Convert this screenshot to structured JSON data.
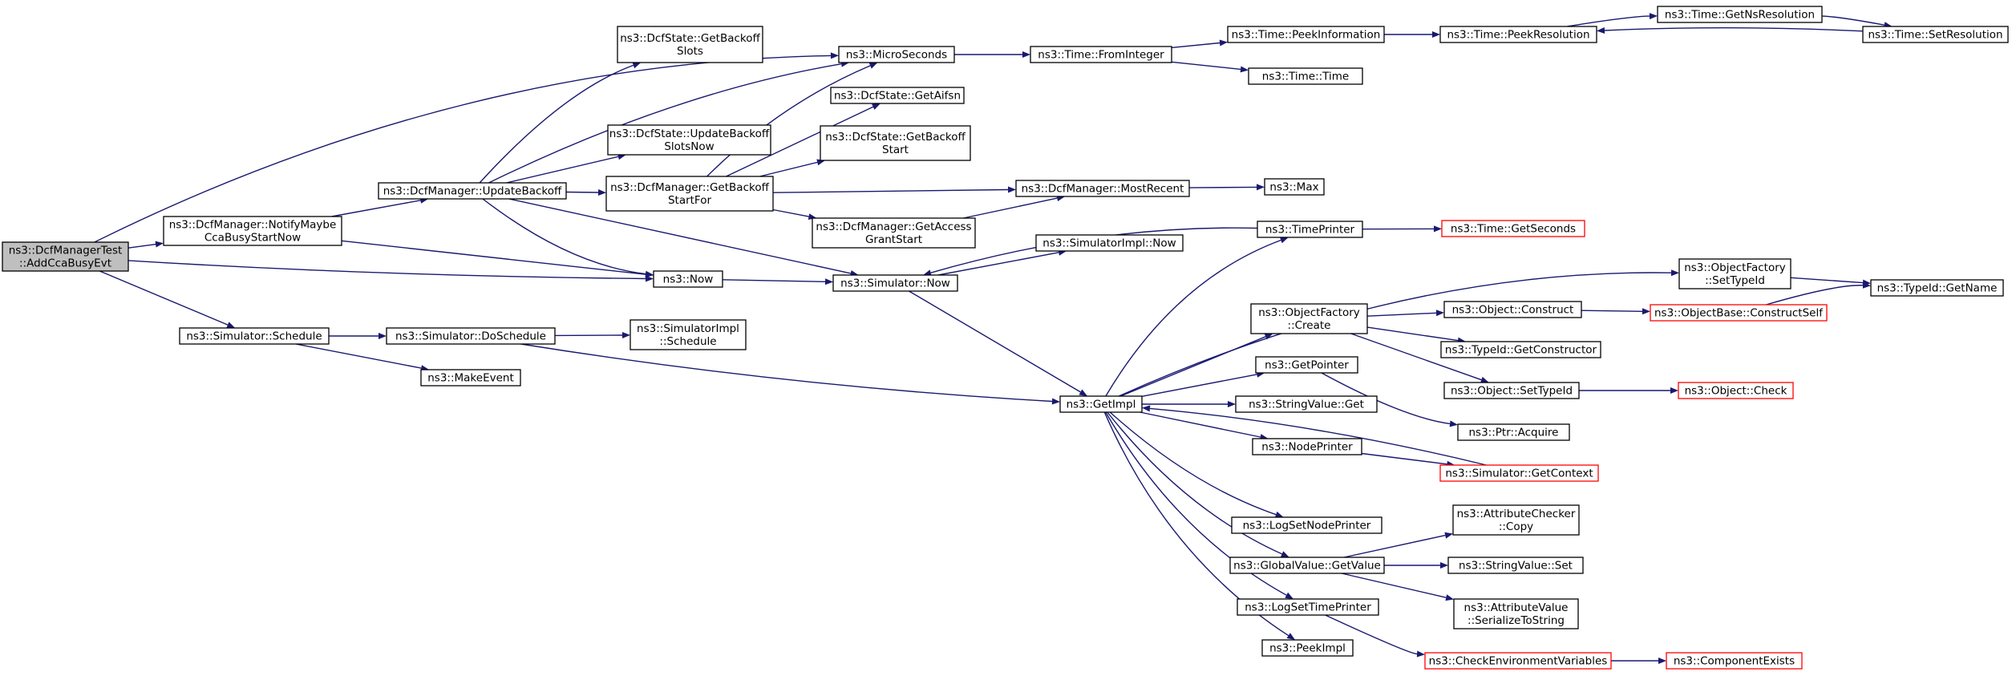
{
  "nodes": {
    "root": {
      "lines": [
        "ns3::DcfManagerTest",
        "::AddCcaBusyEvt"
      ],
      "style": "root"
    },
    "notify": {
      "lines": [
        "ns3::DcfManager::NotifyMaybe",
        "CcaBusyStartNow"
      ]
    },
    "update": {
      "lines": [
        "ns3::DcfManager::UpdateBackoff"
      ]
    },
    "getboslots": {
      "lines": [
        "ns3::DcfState::GetBackoff",
        "Slots"
      ]
    },
    "updbo": {
      "lines": [
        "ns3::DcfState::UpdateBackoff",
        "SlotsNow"
      ]
    },
    "gbsf": {
      "lines": [
        "ns3::DcfManager::GetBackoff",
        "StartFor"
      ]
    },
    "micro": {
      "lines": [
        "ns3::MicroSeconds"
      ]
    },
    "aifsn": {
      "lines": [
        "ns3::DcfState::GetAifsn"
      ]
    },
    "bostart": {
      "lines": [
        "ns3::DcfState::GetBackoff",
        "Start"
      ]
    },
    "access": {
      "lines": [
        "ns3::DcfManager::GetAccess",
        "GrantStart"
      ]
    },
    "recent": {
      "lines": [
        "ns3::DcfManager::MostRecent"
      ]
    },
    "max": {
      "lines": [
        "ns3::Max"
      ]
    },
    "fromint": {
      "lines": [
        "ns3::Time::FromInteger"
      ]
    },
    "peekinfo": {
      "lines": [
        "ns3::Time::PeekInformation"
      ]
    },
    "peekres": {
      "lines": [
        "ns3::Time::PeekResolution"
      ]
    },
    "getns": {
      "lines": [
        "ns3::Time::GetNsResolution"
      ]
    },
    "setres": {
      "lines": [
        "ns3::Time::SetResolution"
      ]
    },
    "timetime": {
      "lines": [
        "ns3::Time::Time"
      ]
    },
    "now": {
      "lines": [
        "ns3::Now"
      ]
    },
    "simnow": {
      "lines": [
        "ns3::Simulator::Now"
      ]
    },
    "implnow": {
      "lines": [
        "ns3::SimulatorImpl::Now"
      ]
    },
    "schedule": {
      "lines": [
        "ns3::Simulator::Schedule"
      ]
    },
    "dosched": {
      "lines": [
        "ns3::Simulator::DoSchedule"
      ]
    },
    "implsched": {
      "lines": [
        "ns3::SimulatorImpl",
        "::Schedule"
      ]
    },
    "makeevent": {
      "lines": [
        "ns3::MakeEvent"
      ]
    },
    "getimpl": {
      "lines": [
        "ns3::GetImpl"
      ]
    },
    "timeprinter": {
      "lines": [
        "ns3::TimePrinter"
      ]
    },
    "getseconds": {
      "lines": [
        "ns3::Time::GetSeconds"
      ],
      "style": "ext"
    },
    "ofsettype": {
      "lines": [
        "ns3::ObjectFactory",
        "::SetTypeId"
      ]
    },
    "getname": {
      "lines": [
        "ns3::TypeId::GetName"
      ]
    },
    "ofcreate": {
      "lines": [
        "ns3::ObjectFactory",
        "::Create"
      ]
    },
    "construct": {
      "lines": [
        "ns3::Object::Construct"
      ]
    },
    "constructself": {
      "lines": [
        "ns3::ObjectBase::ConstructSelf"
      ],
      "style": "ext"
    },
    "getctor": {
      "lines": [
        "ns3::TypeId::GetConstructor"
      ]
    },
    "objsettype": {
      "lines": [
        "ns3::Object::SetTypeId"
      ]
    },
    "objcheck": {
      "lines": [
        "ns3::Object::Check"
      ],
      "style": "ext"
    },
    "getpointer": {
      "lines": [
        "ns3::GetPointer"
      ]
    },
    "acquire": {
      "lines": [
        "ns3::Ptr::Acquire"
      ]
    },
    "strget": {
      "lines": [
        "ns3::StringValue::Get"
      ]
    },
    "nodeprinter": {
      "lines": [
        "ns3::NodePrinter"
      ]
    },
    "getcontext": {
      "lines": [
        "ns3::Simulator::GetContext"
      ],
      "style": "ext"
    },
    "lognodeprinter": {
      "lines": [
        "ns3::LogSetNodePrinter"
      ]
    },
    "gvget": {
      "lines": [
        "ns3::GlobalValue::GetValue"
      ]
    },
    "accopy": {
      "lines": [
        "ns3::AttributeChecker",
        "::Copy"
      ]
    },
    "strset": {
      "lines": [
        "ns3::StringValue::Set"
      ]
    },
    "avser": {
      "lines": [
        "ns3::AttributeValue",
        "::SerializeToString"
      ]
    },
    "logtimeprinter": {
      "lines": [
        "ns3::LogSetTimePrinter"
      ]
    },
    "checkenv": {
      "lines": [
        "ns3::CheckEnvironmentVariables"
      ],
      "style": "ext"
    },
    "compexists": {
      "lines": [
        "ns3::ComponentExists"
      ],
      "style": "ext"
    },
    "peekimpl": {
      "lines": [
        "ns3::PeekImpl"
      ]
    }
  },
  "edges": [
    [
      "root",
      "micro"
    ],
    [
      "root",
      "notify"
    ],
    [
      "root",
      "now"
    ],
    [
      "root",
      "schedule"
    ],
    [
      "notify",
      "update"
    ],
    [
      "notify",
      "now"
    ],
    [
      "update",
      "getboslots"
    ],
    [
      "update",
      "micro"
    ],
    [
      "update",
      "updbo"
    ],
    [
      "update",
      "gbsf"
    ],
    [
      "update",
      "now"
    ],
    [
      "update",
      "simnow"
    ],
    [
      "gbsf",
      "micro"
    ],
    [
      "gbsf",
      "aifsn"
    ],
    [
      "gbsf",
      "bostart"
    ],
    [
      "gbsf",
      "recent"
    ],
    [
      "gbsf",
      "access"
    ],
    [
      "access",
      "recent"
    ],
    [
      "recent",
      "max"
    ],
    [
      "micro",
      "fromint"
    ],
    [
      "fromint",
      "peekinfo"
    ],
    [
      "fromint",
      "timetime"
    ],
    [
      "peekinfo",
      "peekres"
    ],
    [
      "peekres",
      "getns"
    ],
    [
      "getns",
      "setres"
    ],
    [
      "setres",
      "peekres"
    ],
    [
      "now",
      "simnow"
    ],
    [
      "simnow",
      "implnow"
    ],
    [
      "simnow",
      "getimpl"
    ],
    [
      "schedule",
      "dosched"
    ],
    [
      "schedule",
      "makeevent"
    ],
    [
      "dosched",
      "implsched"
    ],
    [
      "dosched",
      "getimpl"
    ],
    [
      "timeprinter",
      "getseconds"
    ],
    [
      "timeprinter",
      "simnow"
    ],
    [
      "getimpl",
      "timeprinter"
    ],
    [
      "getimpl",
      "ofsettype"
    ],
    [
      "getimpl",
      "ofcreate"
    ],
    [
      "getimpl",
      "getpointer"
    ],
    [
      "getimpl",
      "strget"
    ],
    [
      "getimpl",
      "nodeprinter"
    ],
    [
      "getimpl",
      "lognodeprinter"
    ],
    [
      "getimpl",
      "gvget"
    ],
    [
      "getimpl",
      "logtimeprinter"
    ],
    [
      "getimpl",
      "peekimpl"
    ],
    [
      "ofsettype",
      "getname"
    ],
    [
      "ofcreate",
      "construct"
    ],
    [
      "ofcreate",
      "getctor"
    ],
    [
      "ofcreate",
      "objsettype"
    ],
    [
      "construct",
      "constructself"
    ],
    [
      "constructself",
      "getname"
    ],
    [
      "objsettype",
      "objcheck"
    ],
    [
      "getpointer",
      "acquire"
    ],
    [
      "nodeprinter",
      "getcontext"
    ],
    [
      "getcontext",
      "getimpl"
    ],
    [
      "gvget",
      "accopy"
    ],
    [
      "gvget",
      "strset"
    ],
    [
      "gvget",
      "avser"
    ],
    [
      "logtimeprinter",
      "checkenv"
    ],
    [
      "checkenv",
      "compexists"
    ]
  ]
}
